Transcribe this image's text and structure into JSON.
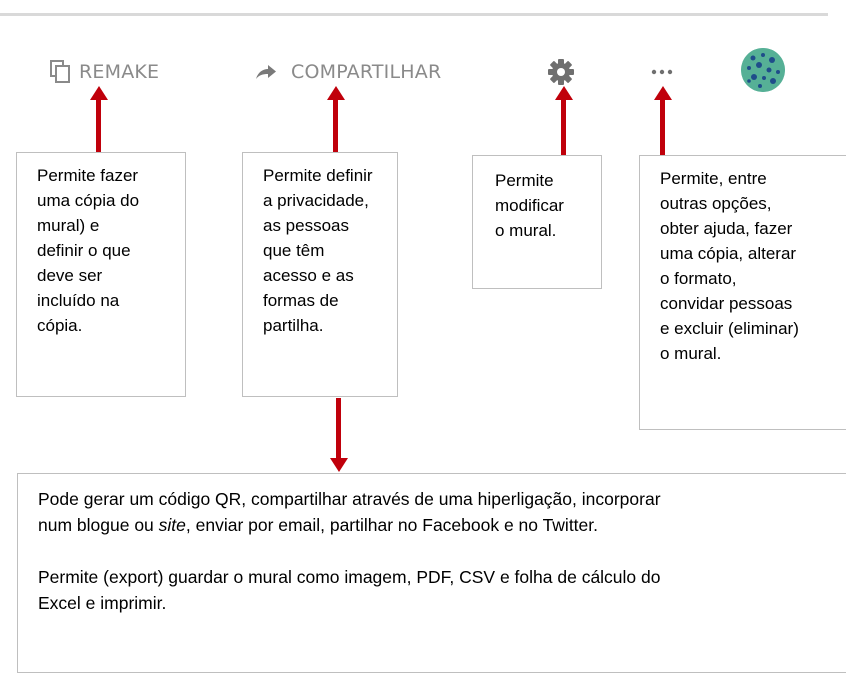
{
  "toolbar": {
    "remake_label": "REMAKE",
    "share_label": "COMPARTILHAR",
    "settings_icon": "gear-icon",
    "more_icon": "more-horizontal-icon",
    "avatar": "avatar"
  },
  "colors": {
    "toolbar_text": "#8a8a8a",
    "arrow": "#c0000b",
    "avatar": "#5ab39a",
    "box_border": "#bfbfbf"
  },
  "notes": {
    "remake": [
      "Permite fazer",
      "uma cópia do",
      "mural) e",
      "definir o que",
      "deve ser",
      "incluído na",
      "cópia."
    ],
    "share": [
      "Permite definir",
      "a privacidade,",
      "as pessoas",
      "que têm",
      "acesso e as",
      "formas de",
      "partilha."
    ],
    "settings": [
      "Permite",
      "modificar",
      "o mural."
    ],
    "more": [
      "Permite, entre",
      "outras opções,",
      "obter ajuda, fazer",
      "uma cópia, alterar",
      "o formato,",
      "convidar pessoas",
      "e excluir (eliminar)",
      "o mural."
    ],
    "share_details": {
      "p1_line1": "Pode gerar um código QR, compartilhar através de uma hiperligação, incorporar",
      "p1_line2_a": "num blogue ou ",
      "p1_line2_em": "site",
      "p1_line2_b": ", enviar por email, partilhar no Facebook e no Twitter.",
      "p2_line1": "Permite (export) guardar o mural como imagem, PDF, CSV e folha de cálculo do",
      "p2_line2": "Excel e imprimir."
    }
  }
}
